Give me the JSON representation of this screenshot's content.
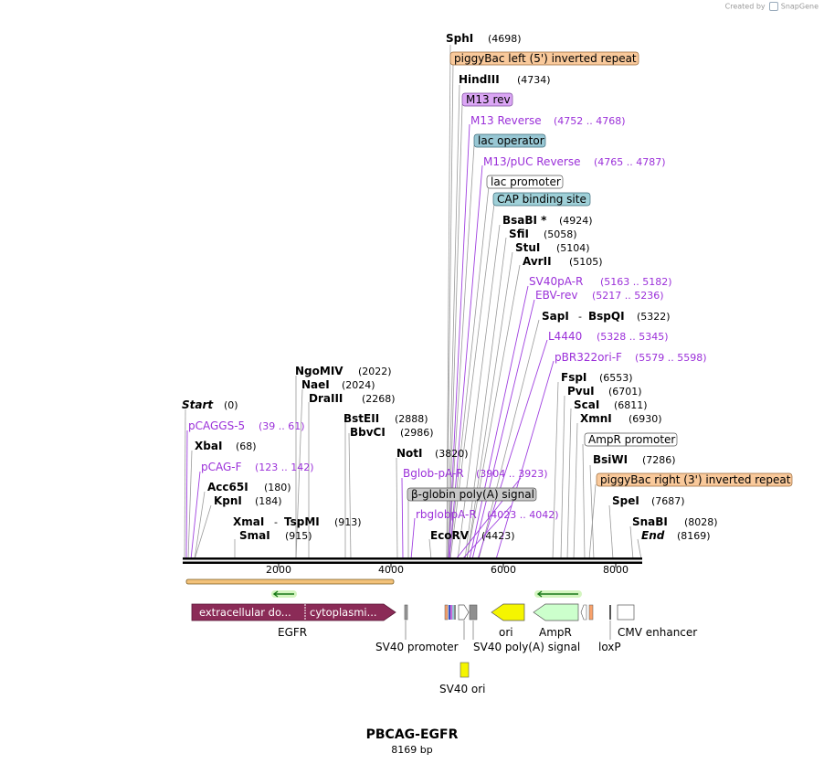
{
  "credit": {
    "text": "Created by",
    "brand": "SnapGene"
  },
  "plasmid": {
    "name": "PBCAG-EGFR",
    "length_label": "8169 bp"
  },
  "scale": {
    "ticks": [
      "2000",
      "4000",
      "6000",
      "8000"
    ]
  },
  "sites": {
    "sphI": {
      "name": "SphI",
      "pos": "(4698)"
    },
    "hindIII": {
      "name": "HindIII",
      "pos": "(4734)"
    },
    "bsaBI": {
      "name": "BsaBI *",
      "pos": "(4924)"
    },
    "sfiI": {
      "name": "SfiI",
      "pos": "(5058)"
    },
    "stuI": {
      "name": "StuI",
      "pos": "(5104)"
    },
    "avrII": {
      "name": "AvrII",
      "pos": "(5105)"
    },
    "sapI": {
      "name": "SapI",
      "sep": "-",
      "name2": "BspQI",
      "pos": "(5322)"
    },
    "fspI": {
      "name": "FspI",
      "pos": "(6553)"
    },
    "pvuI": {
      "name": "PvuI",
      "pos": "(6701)"
    },
    "scaI": {
      "name": "ScaI",
      "pos": "(6811)"
    },
    "xmnI": {
      "name": "XmnI",
      "pos": "(6930)"
    },
    "bsiWI": {
      "name": "BsiWI",
      "pos": "(7286)"
    },
    "speI": {
      "name": "SpeI",
      "pos": "(7687)"
    },
    "snaBI": {
      "name": "SnaBI",
      "pos": "(8028)"
    },
    "end": {
      "name": "End",
      "pos": "(8169)"
    },
    "start": {
      "name": "Start",
      "pos": "(0)"
    },
    "xbaI": {
      "name": "XbaI",
      "pos": "(68)"
    },
    "acc65I": {
      "name": "Acc65I",
      "pos": "(180)"
    },
    "kpnI": {
      "name": "KpnI",
      "pos": "(184)"
    },
    "xmaI": {
      "name": "XmaI",
      "sep": "-",
      "name2": "TspMI",
      "pos": "(913)"
    },
    "smaI": {
      "name": "SmaI",
      "pos": "(915)"
    },
    "ngoMIV": {
      "name": "NgoMIV",
      "pos": "(2022)"
    },
    "naeI": {
      "name": "NaeI",
      "pos": "(2024)"
    },
    "draIII": {
      "name": "DraIII",
      "pos": "(2268)"
    },
    "bstEII": {
      "name": "BstEII",
      "pos": "(2888)"
    },
    "bbvCI": {
      "name": "BbvCI",
      "pos": "(2986)"
    },
    "notI": {
      "name": "NotI",
      "pos": "(3820)"
    },
    "ecoRV": {
      "name": "EcoRV",
      "pos": "(4423)"
    }
  },
  "primers": {
    "m13Reverse": {
      "name": "M13 Reverse",
      "pos": "(4752 .. 4768)"
    },
    "m13pucReverse": {
      "name": "M13/pUC Reverse",
      "pos": "(4765 .. 4787)"
    },
    "sv40paR": {
      "name": "SV40pA-R",
      "pos": "(5163 .. 5182)"
    },
    "ebvRev": {
      "name": "EBV-rev",
      "pos": "(5217 .. 5236)"
    },
    "l4440": {
      "name": "L4440",
      "pos": "(5328 .. 5345)"
    },
    "pbr322oriF": {
      "name": "pBR322ori-F",
      "pos": "(5579 .. 5598)"
    },
    "pcaggs5": {
      "name": "pCAGGS-5",
      "pos": "(39 .. 61)"
    },
    "pcagF": {
      "name": "pCAG-F",
      "pos": "(123 .. 142)"
    },
    "bglobpaR": {
      "name": "Bglob-pA-R",
      "pos": "(3904 .. 3923)"
    },
    "rbglobpaR": {
      "name": "rbglobpA-R",
      "pos": "(4023 .. 4042)"
    }
  },
  "feature_boxes": {
    "piggyBacLeft": "piggyBac left (5') inverted repeat",
    "m13rev": "M13 rev",
    "lacOperator": "lac operator",
    "lacPromoter": "lac promoter",
    "capSite": "CAP binding site",
    "ampRPromoter": "AmpR promoter",
    "piggyBacRight": "piggyBac right (3') inverted repeat",
    "betaGlobin": "β-globin poly(A) signal"
  },
  "features": {
    "egfr": {
      "label": "EGFR",
      "domain1": "extracellular do...",
      "domain2": "cytoplasmi..."
    },
    "sv40Promoter": "SV40 promoter",
    "sv40Ori": "SV40 ori",
    "ori": "ori",
    "sv40PolyA": "SV40 poly(A) signal",
    "ampR": "AmpR",
    "loxP": "loxP",
    "cmvEnhancer": "CMV enhancer"
  },
  "colors": {
    "primer": "#9b30d9",
    "egfr": "#8b2b57",
    "ori": "#f5f500",
    "ampR": "#ccffcc",
    "piggyBac": "#f9c99b",
    "lacOperator": "#98c7d4",
    "m13rev": "#dba6f5",
    "capSite": "#9fd0d8",
    "betaGlobin": "#c8c8c8"
  }
}
